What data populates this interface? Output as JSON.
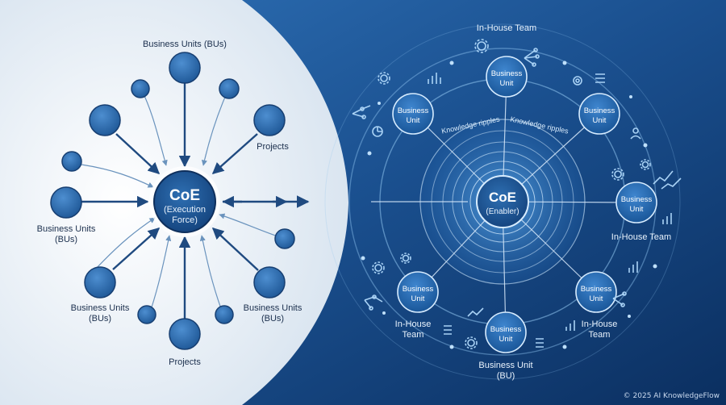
{
  "left": {
    "hub": {
      "title": "CoE",
      "line1": "(Execution",
      "line2": "Force)"
    },
    "labels": {
      "top": "Business Units (BUs)",
      "projects_top": "Projects",
      "left_1": "Business Units",
      "left_2": "(BUs)",
      "bottom_left_1": "Business Units",
      "bottom_left_2": "(BUs)",
      "bottom_right_1": "Business Units",
      "bottom_right_2": "(BUs)",
      "projects_bottom": "Projects"
    }
  },
  "right": {
    "hub": {
      "title": "CoE",
      "line1": "(Enabler)"
    },
    "node_label_1": "Business",
    "node_label_2": "Unit",
    "ripples": "Knowledge ripples",
    "labels": {
      "top": "In-House Team",
      "right": "In-House Team",
      "bottom_left_1": "In-House",
      "bottom_left_2": "Team",
      "bottom_right_1": "In-House",
      "bottom_right_2": "Team",
      "bottom_1": "Business Unit",
      "bottom_2": "(BU)"
    }
  },
  "footer": "© 2025 AI KnowledgeFlow",
  "colors": {
    "navy": "#0f3a72",
    "node": "#2f6fb0",
    "node_dark": "#1c4f8c",
    "light_bg": "#e9f0f7",
    "ring": "#8fc4ef"
  }
}
